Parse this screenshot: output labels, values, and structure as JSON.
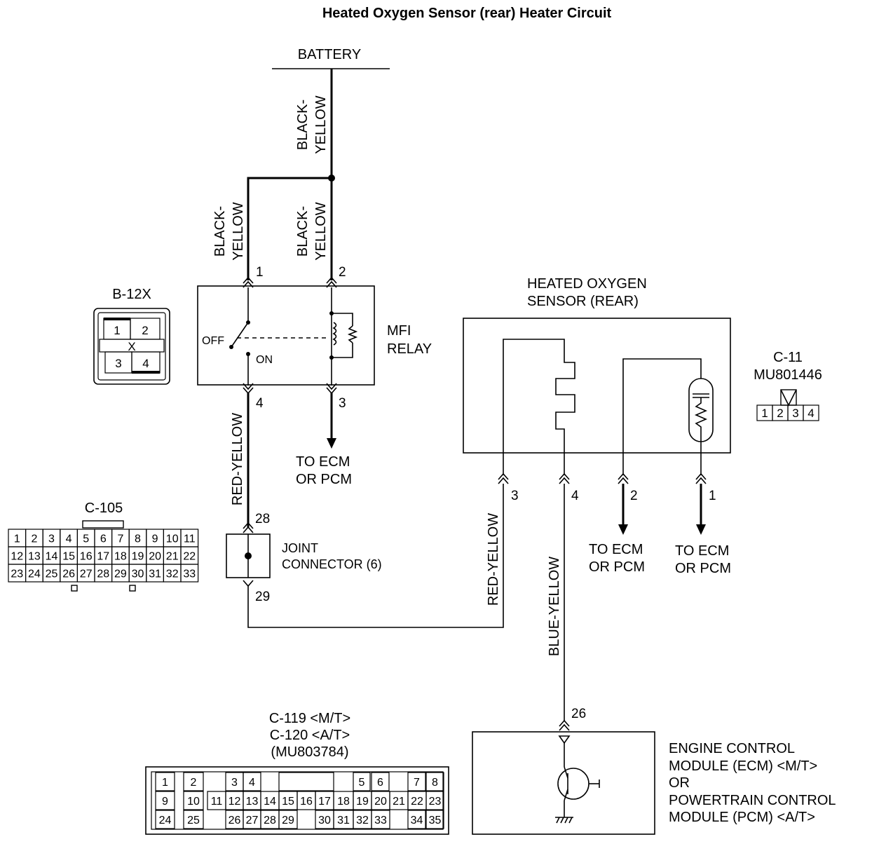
{
  "title": "Heated Oxygen Sensor (rear) Heater Circuit",
  "battery": "BATTERY",
  "wires": {
    "black_yellow_top": [
      "BLACK-",
      "YELLOW"
    ],
    "black_yellow_pin1": [
      "BLACK-",
      "YELLOW"
    ],
    "black_yellow_pin2": [
      "BLACK-",
      "YELLOW"
    ],
    "red_yellow_left": "RED-YELLOW",
    "red_yellow_right": "RED-YELLOW",
    "blue_yellow": "BLUE-YELLOW"
  },
  "mfi_relay": {
    "label": [
      "MFI",
      "RELAY"
    ],
    "off": "OFF",
    "on": "ON",
    "pins": {
      "p1": "1",
      "p2": "2",
      "p3": "3",
      "p4": "4"
    },
    "to_ecm": [
      "TO ECM",
      "OR PCM"
    ]
  },
  "b12x": {
    "label": "B-12X",
    "cells": [
      "1",
      "2",
      "X",
      "3",
      "4"
    ]
  },
  "sensor": {
    "label": [
      "HEATED OXYGEN",
      "SENSOR (REAR)"
    ],
    "pins": {
      "p1": "1",
      "p2": "2",
      "p3": "3",
      "p4": "4"
    },
    "to_ecm_2": [
      "TO ECM",
      "OR PCM"
    ],
    "to_ecm_1": [
      "TO ECM",
      "OR PCM"
    ]
  },
  "c11": {
    "label": "C-11",
    "part": "MU801446",
    "cells": [
      "1",
      "2",
      "3",
      "4"
    ]
  },
  "c105": {
    "label": "C-105",
    "rows": [
      [
        "1",
        "2",
        "3",
        "4",
        "5",
        "6",
        "7",
        "8",
        "9",
        "10",
        "11"
      ],
      [
        "12",
        "13",
        "14",
        "15",
        "16",
        "17",
        "18",
        "19",
        "20",
        "21",
        "22"
      ],
      [
        "23",
        "24",
        "25",
        "26",
        "27",
        "28",
        "29",
        "30",
        "31",
        "32",
        "33"
      ]
    ]
  },
  "joint": {
    "label": [
      "JOINT",
      "CONNECTOR (6)"
    ],
    "pin_in": "28",
    "pin_out": "29"
  },
  "ecm": {
    "pin": "26",
    "label": [
      "ENGINE CONTROL",
      "MODULE (ECM) <M/T>",
      "OR",
      "POWERTRAIN CONTROL",
      "MODULE (PCM) <A/T>"
    ]
  },
  "c119": {
    "label": [
      "C-119 <M/T>",
      "C-120 <A/T>",
      "(MU803784)"
    ],
    "row1": [
      "1",
      "2",
      "3",
      "4",
      "5",
      "6",
      "7",
      "8"
    ],
    "row2": [
      "9",
      "10",
      "11",
      "12",
      "13",
      "14",
      "15",
      "16",
      "17",
      "18",
      "19",
      "20",
      "21",
      "22",
      "23"
    ],
    "row3": [
      "24",
      "25",
      "26",
      "27",
      "28",
      "29",
      "30",
      "31",
      "32",
      "33",
      "34",
      "35"
    ]
  }
}
